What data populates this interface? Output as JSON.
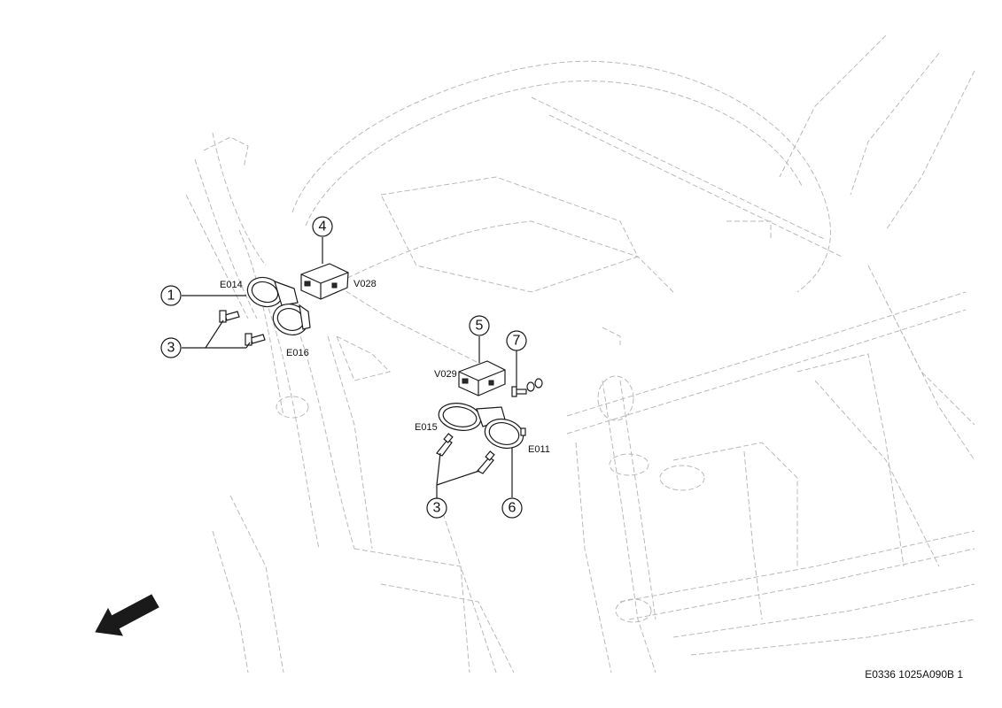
{
  "callouts": {
    "c1": "1",
    "c3a": "3",
    "c4": "4",
    "c5": "5",
    "c7": "7",
    "c3b": "3",
    "c6": "6"
  },
  "codes": {
    "e014": "E014",
    "e016": "E016",
    "v028": "V028",
    "v029": "V029",
    "e015": "E015",
    "e011": "E011"
  },
  "reference": "E0336 1025A090B 1"
}
